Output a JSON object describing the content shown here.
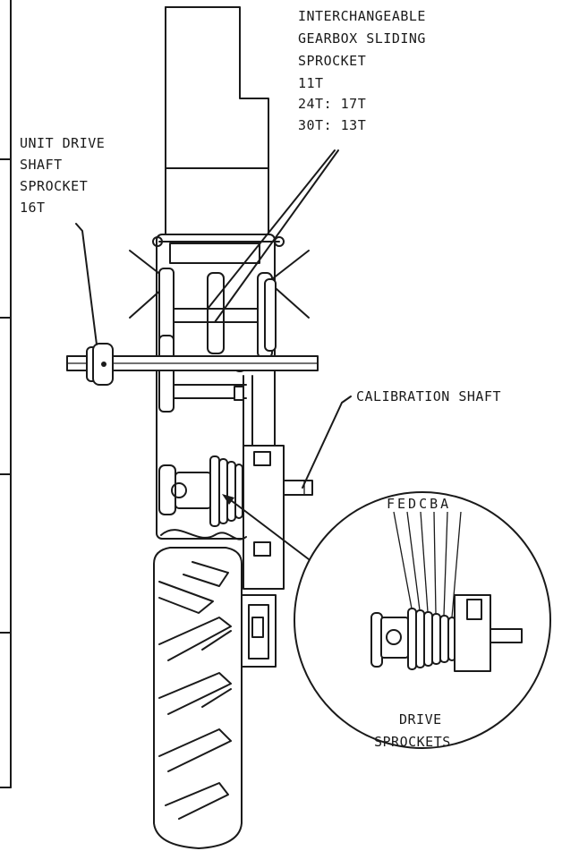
{
  "labels": {
    "gearbox": [
      "INTERCHANGEABLE",
      "GEARBOX SLIDING",
      "SPROCKET",
      "11T",
      "24T: 17T",
      "30T: 13T"
    ],
    "unit_drive": [
      "UNIT DRIVE",
      "SHAFT",
      "SPROCKET",
      "16T"
    ],
    "calibration": "CALIBRATION SHAFT",
    "sprocket_letters": "FEDCBA",
    "drive_sprockets": [
      "DRIVE",
      "SPROCKETS"
    ]
  },
  "colors": {
    "ink": "#1a1a1a",
    "paper": "#ffffff"
  }
}
